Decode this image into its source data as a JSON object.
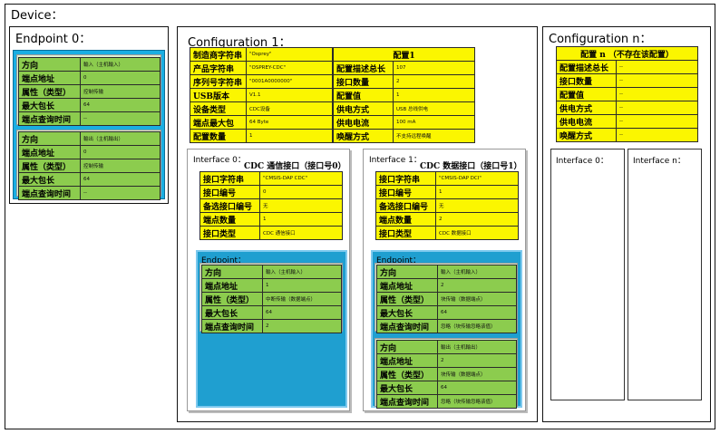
{
  "device": {
    "title": "Device："
  },
  "endpoint0": {
    "title": "Endpoint 0：",
    "tables": [
      {
        "rows": [
          {
            "k": "方向",
            "v": "輸入（主机輸入）"
          },
          {
            "k": "端点地址",
            "v": "0"
          },
          {
            "k": "属性（类型）",
            "v": "控制传输"
          },
          {
            "k": "最大包长",
            "v": "64"
          },
          {
            "k": "端点查询时间",
            "v": "--"
          }
        ]
      },
      {
        "rows": [
          {
            "k": "方向",
            "v": "輸出（主机輸出）"
          },
          {
            "k": "端点地址",
            "v": "0"
          },
          {
            "k": "属性（类型）",
            "v": "控制传输"
          },
          {
            "k": "最大包长",
            "v": "64"
          },
          {
            "k": "端点查询时间",
            "v": "--"
          }
        ]
      }
    ]
  },
  "config1": {
    "title": "Configuration 1：",
    "left": [
      {
        "k": "制造商字符串",
        "v": "\"Osprey\""
      },
      {
        "k": "产品字符串",
        "v": "\"OSPREY-CDC\""
      },
      {
        "k": "序列号字符串",
        "v": "\"0001A0000000\""
      },
      {
        "k": "USB版本",
        "v": "V1.1"
      },
      {
        "k": "设备类型",
        "v": "CDC设备"
      },
      {
        "k": "端点最大包",
        "v": "64 Byte"
      },
      {
        "k": "配置数量",
        "v": "1"
      }
    ],
    "right_header": "配置1",
    "right": [
      {
        "k": "配置描述总长",
        "v": "107"
      },
      {
        "k": "接口数量",
        "v": "2"
      },
      {
        "k": "配置值",
        "v": "1"
      },
      {
        "k": "供电方式",
        "v": "USB 总线供电"
      },
      {
        "k": "供电电流",
        "v": "100 mA"
      },
      {
        "k": "唤醒方式",
        "v": "不支持远程唤醒"
      }
    ]
  },
  "interface0": {
    "label": "Interface 0：",
    "heading": "CDC 通信接口（接口号0）",
    "rows": [
      {
        "k": "接口字符串",
        "v": "\"CMSIS-DAP CDC\""
      },
      {
        "k": "接口编号",
        "v": "0"
      },
      {
        "k": "备选接口编号",
        "v": "无"
      },
      {
        "k": "端点数量",
        "v": "1"
      },
      {
        "k": "接口类型",
        "v": "CDC 通信接口"
      }
    ],
    "endpoint_label": "Endpoint：",
    "endpoints": [
      {
        "rows": [
          {
            "k": "方向",
            "v": "輸入（主机輸入）"
          },
          {
            "k": "端点地址",
            "v": "1"
          },
          {
            "k": "属性（类型）",
            "v": "中断传输（数据端点）"
          },
          {
            "k": "最大包长",
            "v": "64"
          },
          {
            "k": "端点查询时间",
            "v": "2"
          }
        ]
      }
    ]
  },
  "interface1": {
    "label": "Interface 1：",
    "heading": "CDC 数据接口（接口号1）",
    "rows": [
      {
        "k": "接口字符串",
        "v": "\"CMSIS-DAP DCI\""
      },
      {
        "k": "接口编号",
        "v": "1"
      },
      {
        "k": "备选接口编号",
        "v": "无"
      },
      {
        "k": "端点数量",
        "v": "2"
      },
      {
        "k": "接口类型",
        "v": "CDC 数据接口"
      }
    ],
    "endpoint_label": "Endpoint：",
    "endpoints": [
      {
        "rows": [
          {
            "k": "方向",
            "v": "輸入（主机輸入）"
          },
          {
            "k": "端点地址",
            "v": "2"
          },
          {
            "k": "属性（类型）",
            "v": "块传输（数据端点）"
          },
          {
            "k": "最大包长",
            "v": "64"
          },
          {
            "k": "端点查询时间",
            "v": "忽略（块传输忽略该值）"
          }
        ]
      },
      {
        "rows": [
          {
            "k": "方向",
            "v": "輸出（主机輸出）"
          },
          {
            "k": "端点地址",
            "v": "2"
          },
          {
            "k": "属性（类型）",
            "v": "块传输（数据端点）"
          },
          {
            "k": "最大包长",
            "v": "64"
          },
          {
            "k": "端点查询时间",
            "v": "忽略（块传输忽略该值）"
          }
        ]
      }
    ]
  },
  "confign": {
    "title": "Configuration n：",
    "header": "配置 n （不存在该配置）",
    "rows": [
      {
        "k": "配置描述总长",
        "v": "--"
      },
      {
        "k": "接口数量",
        "v": "--"
      },
      {
        "k": "配置值",
        "v": "--"
      },
      {
        "k": "供电方式",
        "v": "--"
      },
      {
        "k": "供电电流",
        "v": "--"
      },
      {
        "k": "唤醒方式",
        "v": "--"
      }
    ],
    "interface0_label": "Interface 0：",
    "interfacen_label": "Interface n："
  }
}
